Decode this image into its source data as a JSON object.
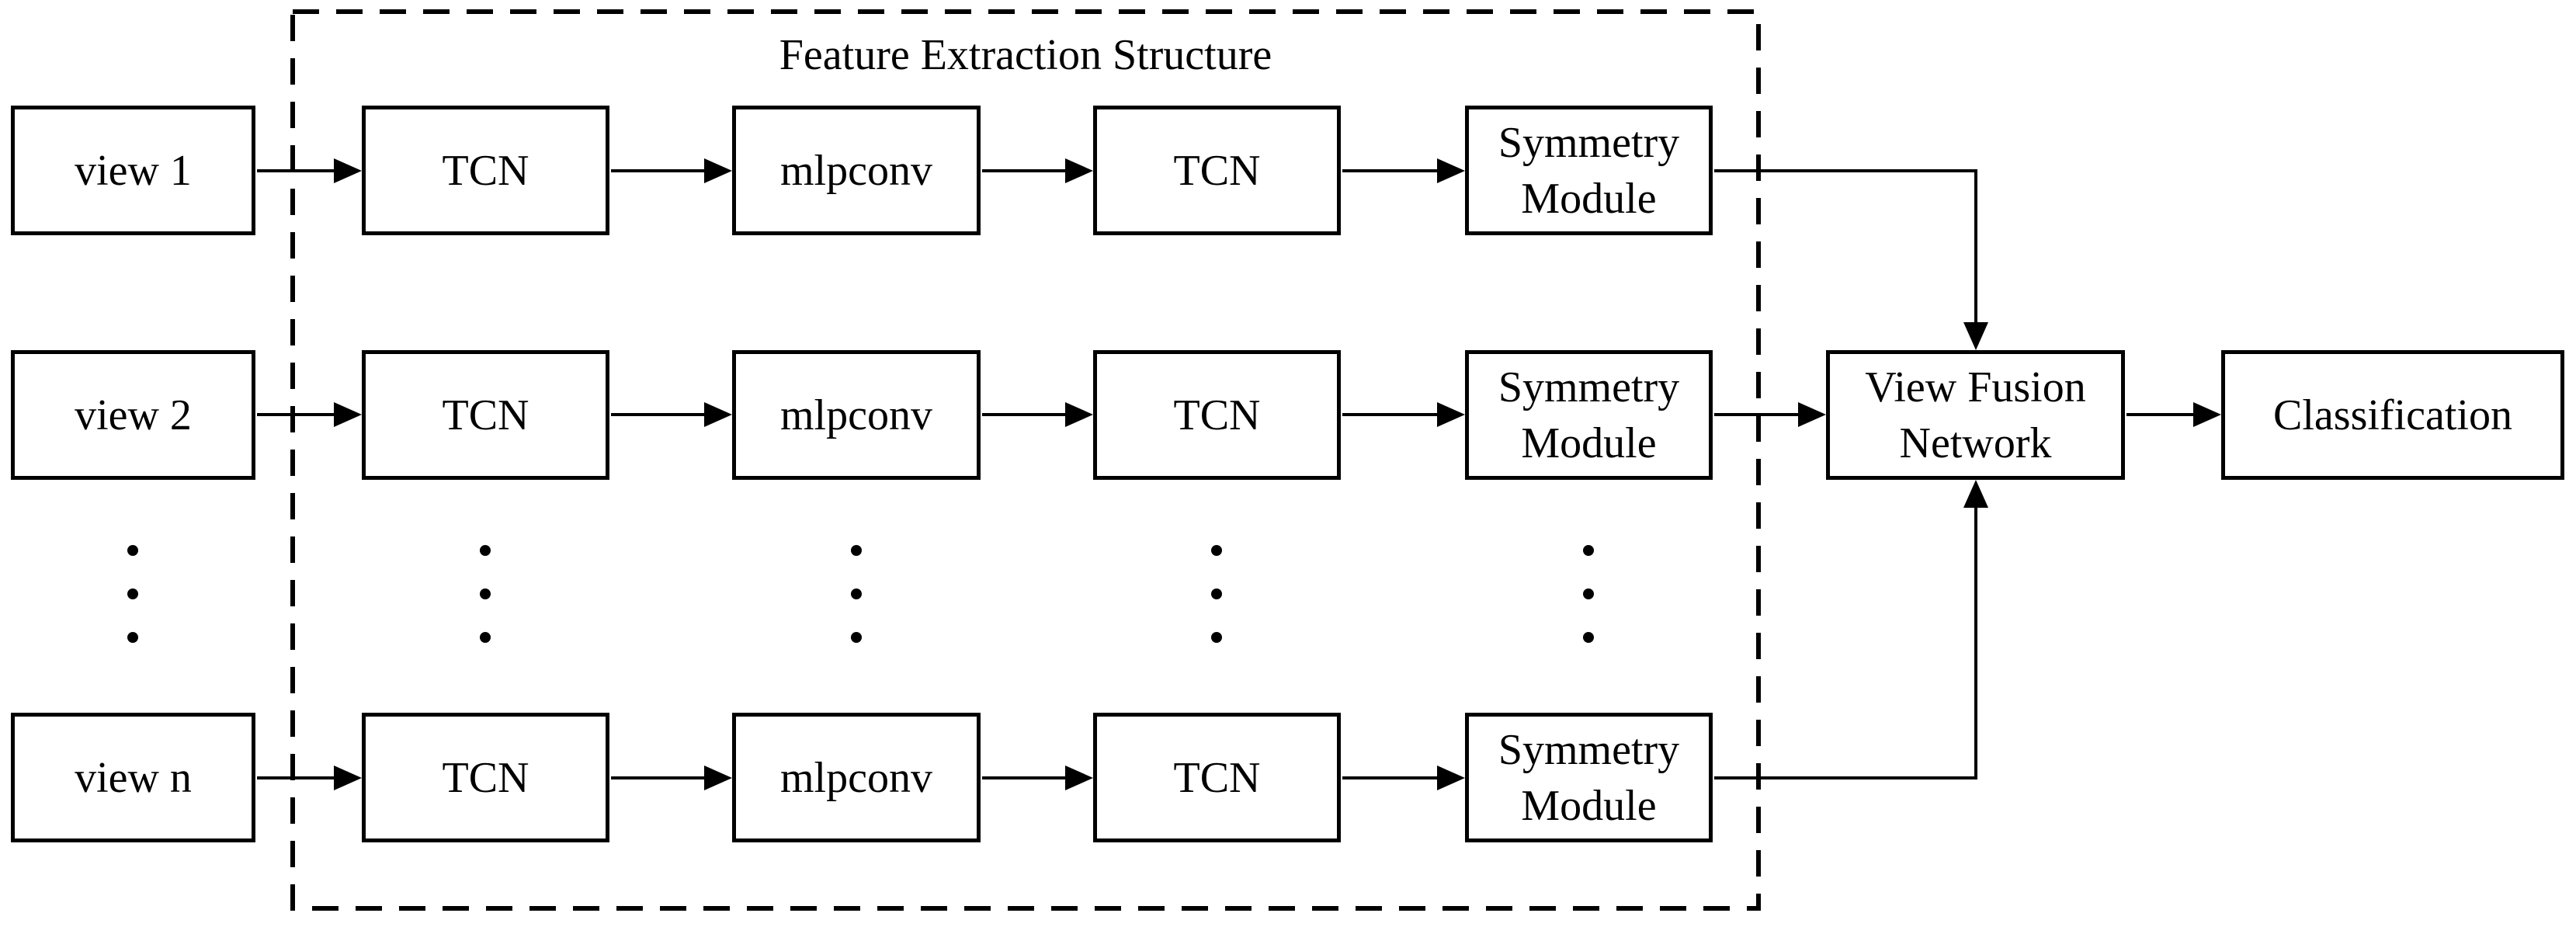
{
  "diagram": {
    "title": "Feature Extraction Structure"
  },
  "rows": [
    {
      "view": "view 1",
      "tcn1": "TCN",
      "mlpconv": "mlpconv",
      "tcn2": "TCN",
      "symmetry": "Symmetry Module"
    },
    {
      "view": "view 2",
      "tcn1": "TCN",
      "mlpconv": "mlpconv",
      "tcn2": "TCN",
      "symmetry": "Symmetry Module"
    },
    {
      "view": "view n",
      "tcn1": "TCN",
      "mlpconv": "mlpconv",
      "tcn2": "TCN",
      "symmetry": "Symmetry Module"
    }
  ],
  "fusion_label": "View Fusion Network",
  "classification_label": "Classification",
  "ellipsis_symbol": "⋮",
  "colors": {
    "stroke": "#000000",
    "background": "#ffffff"
  }
}
